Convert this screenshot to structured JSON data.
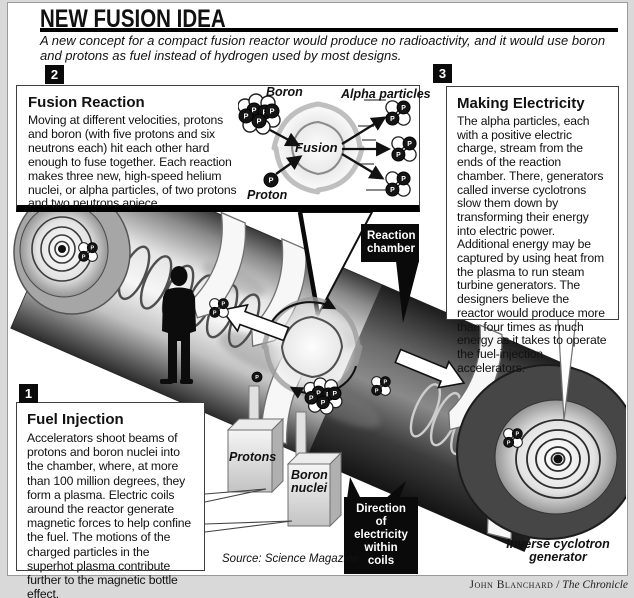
{
  "header": {
    "title": "NEW FUSION IDEA",
    "subtitle": "A new concept for a compact fusion reactor would produce no radioactivity, and it would use boron and protons as fuel instead of hydrogen used by most designs."
  },
  "steps": {
    "fuel_injection": {
      "number": "1",
      "heading": "Fuel Injection",
      "body": "Accelerators shoot beams of protons and boron nuclei into the chamber, where, at more than 100 million degrees, they form a plasma. Electric coils around the reactor generate magnetic forces to help confine the fuel. The motions of the charged particles in the superhot plasma contribute further to the magnetic bottle effect."
    },
    "fusion_reaction": {
      "number": "2",
      "heading": "Fusion Reaction",
      "body": "Moving at different velocities, protons and boron (with five protons and six neutrons each) hit each other hard enough to fuse together. Each reaction makes three new, high-speed helium nuclei, or alpha particles, of two protons and two neutrons apiece."
    },
    "making_electricity": {
      "number": "3",
      "heading": "Making Electricity",
      "body": "The alpha particles, each with a positive electric charge, stream from the ends of the reaction chamber. There, generators called inverse cyclotrons slow them down by transforming their energy into electric power. Additional energy may be captured by using heat from the plasma to run steam turbine generators. The designers believe the reactor would produce more than four times as much energy as it takes to operate the fuel-injection accelerators."
    }
  },
  "fusion_diagram": {
    "boron_label": "Boron",
    "alpha_label": "Alpha particles",
    "fusion_label": "Fusion",
    "proton_label": "Proton",
    "particle_letter": "P"
  },
  "callouts": {
    "reaction_chamber": "Reaction chamber",
    "protons_box": "Protons",
    "boron_nuclei_box": "Boron nuclei",
    "direction_of_electricity": "Direction of electricity within coils",
    "inverse_cyclotron": "Inverse cyclotron generator"
  },
  "footer": {
    "source": "Source: Science Magazine",
    "credit_name": "John Blanchard",
    "credit_separator": " / ",
    "credit_org": "The Chronicle"
  },
  "colors": {
    "paper": "#ffffff",
    "ink": "#111111",
    "label_bg": "#0a0a0a",
    "margin_gray": "#d9d9d9",
    "tube_light": "#efefef",
    "tube_dark": "#2e2e2e"
  }
}
